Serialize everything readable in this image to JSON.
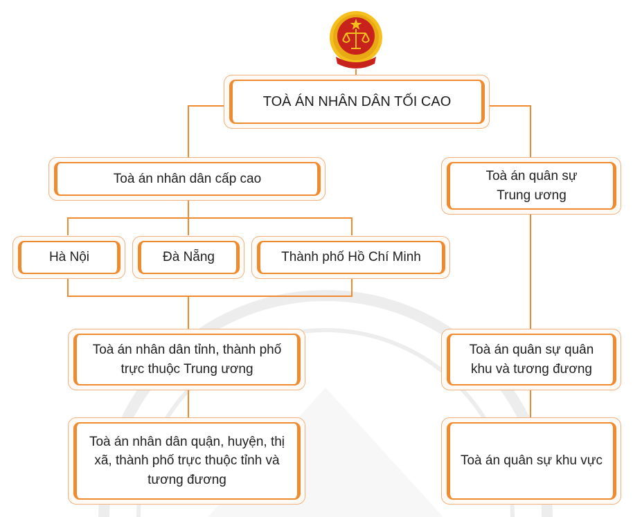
{
  "colors": {
    "accent": "#f08a2e",
    "line": "#f08a2e",
    "emblem_red": "#c8221c",
    "emblem_gold": "#f5c01e",
    "watermark": "#ededed"
  },
  "emblem": {
    "name": "court-emblem-icon"
  },
  "nodes": {
    "supreme": "TOÀ ÁN NHÂN DÂN TỐI CAO",
    "high": "Toà án nhân dân cấp cao",
    "military_central_line1": "Toà án quân sự",
    "military_central_line2": "Trung ương",
    "hanoi": "Hà Nội",
    "danang": "Đà Nẵng",
    "hcm": "Thành phố Hồ Chí Minh",
    "provincial_line1": "Toà án nhân dân tỉnh, thành phố",
    "provincial_line2": "trực thuộc Trung ương",
    "military_region_line1": "Toà án quân sự quân",
    "military_region_line2": "khu và tương đương",
    "district_line1": "Toà án nhân dân quận, huyện, thị",
    "district_line2": "xã, thành phố trực thuộc tỉnh và",
    "district_line3": "tương đương",
    "military_area": "Toà án quân sự khu vực"
  }
}
